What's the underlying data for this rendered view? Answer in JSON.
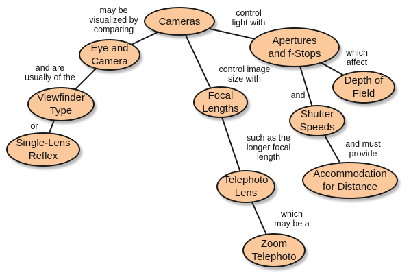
{
  "colors": {
    "node_fill": "#fbc99b",
    "node_border": "#1a1a1a",
    "line": "#1a1a1a"
  },
  "nodes": {
    "cameras": "Cameras",
    "eye_and_camera": "Eye and\nCamera",
    "apertures": "Apertures\nand f-Stops",
    "viewfinder_type": "Viewfinder\nType",
    "focal_lengths": "Focal\nLengths",
    "depth_of_field": "Depth of\nField",
    "shutter_speeds": "Shutter\nSpeeds",
    "single_lens_reflex": "Single-Lens\nReflex",
    "accommodation": "Accommodation\nfor Distance",
    "telephoto_lens": "Telephoto\nLens",
    "zoom_telephoto": "Zoom\nTelephoto"
  },
  "link_labels": {
    "may_be_visualized": "may be\nvisualized by\ncomparing",
    "control_light_with": "control\nlight with",
    "and_are_usually": "and are\nusually of the",
    "control_image_size": "control image\nsize with",
    "which_affect": "which\naffect",
    "and": "and",
    "or": "or",
    "such_as_longer": "such as the\nlonger focal\nlength",
    "and_must_provide": "and must\nprovide",
    "which_may_be_a": "which\nmay be a"
  }
}
